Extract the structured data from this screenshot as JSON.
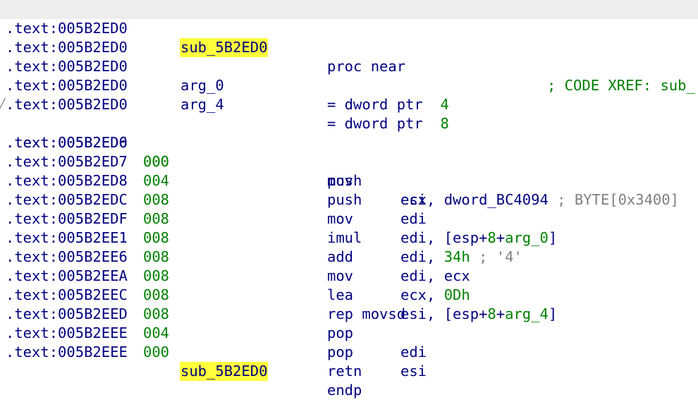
{
  "listing": {
    "lines": [
      {
        "addr": ".text:005B2ED0",
        "label": "sub_5B2ED0",
        "directive": "proc near",
        "comment": "; CODE XREF: sub_"
      },
      {
        "addr": ".text:005B2ED0"
      },
      {
        "addr": ".text:005B2ED0",
        "label": "arg_0",
        "directive": "= dword ptr",
        "value": "4"
      },
      {
        "addr": ".text:005B2ED0",
        "label": "arg_4",
        "directive": "= dword ptr",
        "value": "8"
      },
      {
        "addr": ".text:005B2ED0"
      },
      {
        "addr": ".text:005B2ED0",
        "sp": "000",
        "mnemonic": "mov",
        "operand": "ecx, dword_BC4094",
        "comment": "; BYTE[0x3400]"
      },
      {
        "addr": ".text:005B2ED6",
        "sp": "000",
        "mnemonic": "push",
        "operand": "esi"
      },
      {
        "addr": ".text:005B2ED7",
        "sp": "004",
        "mnemonic": "push",
        "operand": "edi"
      },
      {
        "addr": ".text:005B2ED8",
        "sp": "008",
        "mnemonic": "mov",
        "op_prefix": "edi, [esp+",
        "op_num": "8",
        "op_plus": "+",
        "op_arg": "arg_0",
        "op_suffix": "]"
      },
      {
        "addr": ".text:005B2EDC",
        "sp": "008",
        "mnemonic": "imul",
        "op_prefix": "edi, ",
        "op_num": "34h",
        "comment": "; '4'"
      },
      {
        "addr": ".text:005B2EDF",
        "sp": "008",
        "mnemonic": "add",
        "operand": "edi, ecx"
      },
      {
        "addr": ".text:005B2EE1",
        "sp": "008",
        "mnemonic": "mov",
        "op_prefix": "ecx, ",
        "op_num": "0Dh"
      },
      {
        "addr": ".text:005B2EE6",
        "sp": "008",
        "mnemonic": "lea",
        "op_prefix": "esi, [esp+",
        "op_num": "8",
        "op_plus": "+",
        "op_arg": "arg_4",
        "op_suffix": "]"
      },
      {
        "addr": ".text:005B2EEA",
        "sp": "008",
        "mnemonic": "rep movsd"
      },
      {
        "addr": ".text:005B2EEC",
        "sp": "008",
        "mnemonic": "pop",
        "operand": "edi"
      },
      {
        "addr": ".text:005B2EED",
        "sp": "004",
        "mnemonic": "pop",
        "operand": "esi"
      },
      {
        "addr": ".text:005B2EEE",
        "sp": "000",
        "mnemonic": "retn"
      },
      {
        "addr": ".text:005B2EEE",
        "label": "sub_5B2ED0",
        "directive": "endp"
      }
    ]
  },
  "colors": {
    "background": "#ffffff",
    "text": "#000080",
    "stack_pointer": "#008000",
    "comment": "#808080",
    "xref_comment": "#008000",
    "highlight": "#ffff3c",
    "current_line": "#ededed"
  }
}
